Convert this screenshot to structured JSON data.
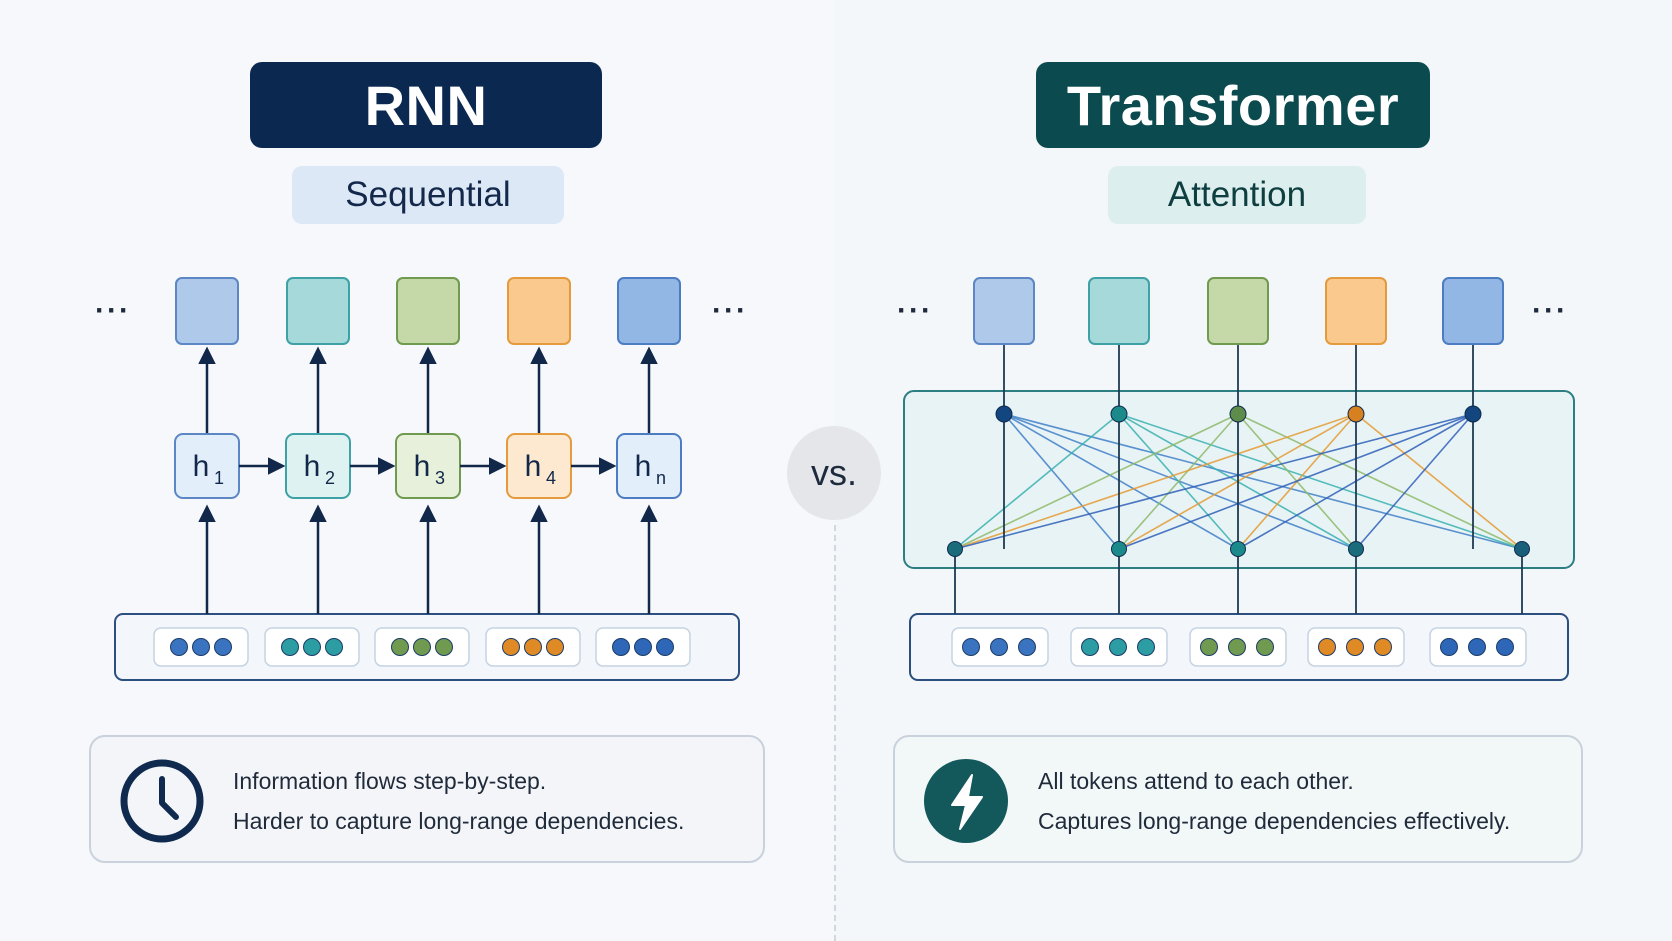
{
  "rnn": {
    "title": "RNN",
    "subtitle": "Sequential",
    "hidden_states": [
      {
        "base": "h",
        "sub": "1"
      },
      {
        "base": "h",
        "sub": "2"
      },
      {
        "base": "h",
        "sub": "3"
      },
      {
        "base": "h",
        "sub": "4"
      },
      {
        "base": "h",
        "sub": "n"
      }
    ],
    "ellipsis": "···",
    "description": {
      "line1": "Information flows step-by-step.",
      "line2": "Harder to capture long-range dependencies."
    },
    "icon": "clock-icon"
  },
  "transformer": {
    "title": "Transformer",
    "subtitle": "Attention",
    "ellipsis": "···",
    "description": {
      "line1": "All tokens attend to each other.",
      "line2": "Captures long-range dependencies effectively."
    },
    "icon": "lightning-icon"
  },
  "vs_label": "vs.",
  "colors": {
    "rnn_title_bg": "#0b2850",
    "transformer_title_bg": "#0b4a4e",
    "rnn_sub_bg": "#dce8f6",
    "transformer_sub_bg": "#dcefee",
    "token_palette": [
      {
        "fill": "#aec9ea",
        "stroke": "#5c87c4",
        "dot": "#3a73c0"
      },
      {
        "fill": "#a5d9da",
        "stroke": "#3ea1a6",
        "dot": "#2b9da3"
      },
      {
        "fill": "#c4d8a8",
        "stroke": "#6f9a4f",
        "dot": "#6f9a4f"
      },
      {
        "fill": "#f9c98e",
        "stroke": "#e59b3d",
        "dot": "#e08a26"
      },
      {
        "fill": "#93b7e4",
        "stroke": "#4c7cc2",
        "dot": "#2e66b8"
      }
    ]
  }
}
